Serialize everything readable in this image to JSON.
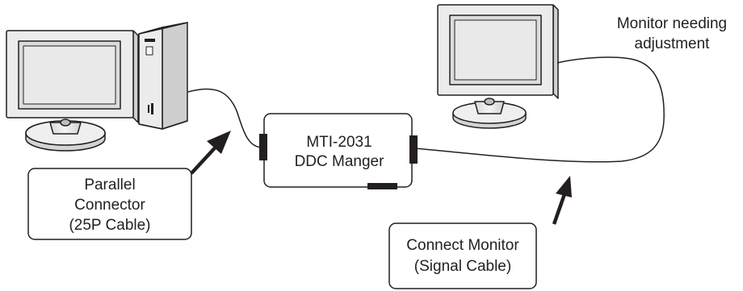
{
  "ddc_box": {
    "line1": "MTI-2031",
    "line2": "DDC Manger"
  },
  "callout_parallel": {
    "line1": "Parallel",
    "line2": "Connector",
    "line3": "(25P Cable)"
  },
  "callout_monitor": {
    "line1": "Connect Monitor",
    "line2": "(Signal Cable)"
  },
  "monitor_label": {
    "line1": "Monitor needing",
    "line2": "adjustment"
  },
  "colors": {
    "stroke": "#231f20",
    "screen": "#dcdcdc",
    "monitor_body": "#ececec",
    "connector": "#231f20"
  }
}
